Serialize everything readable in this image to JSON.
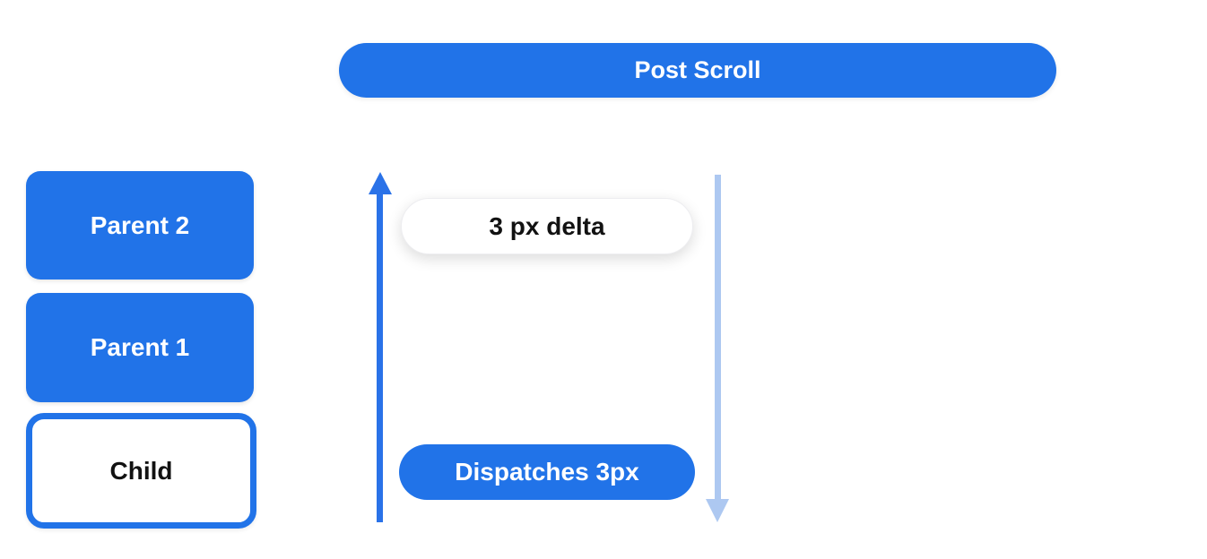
{
  "diagram": {
    "header_pill": {
      "label": "Post Scroll"
    },
    "stack": {
      "items": [
        {
          "label": "Parent 2"
        },
        {
          "label": "Parent 1"
        },
        {
          "label": "Child"
        }
      ]
    },
    "flow": {
      "delta_pill": {
        "label": "3 px delta"
      },
      "dispatch_pill": {
        "label": "Dispatches 3px"
      },
      "icons": {
        "up_arrow": "arrow-up",
        "down_arrow": "arrow-down"
      }
    },
    "colors": {
      "primary_blue": "#2173E8",
      "light_blue": "#ADC8F1",
      "pill_text_light": "#FFFFFF",
      "text_dark": "#121212",
      "background": "#FFFFFF"
    }
  }
}
